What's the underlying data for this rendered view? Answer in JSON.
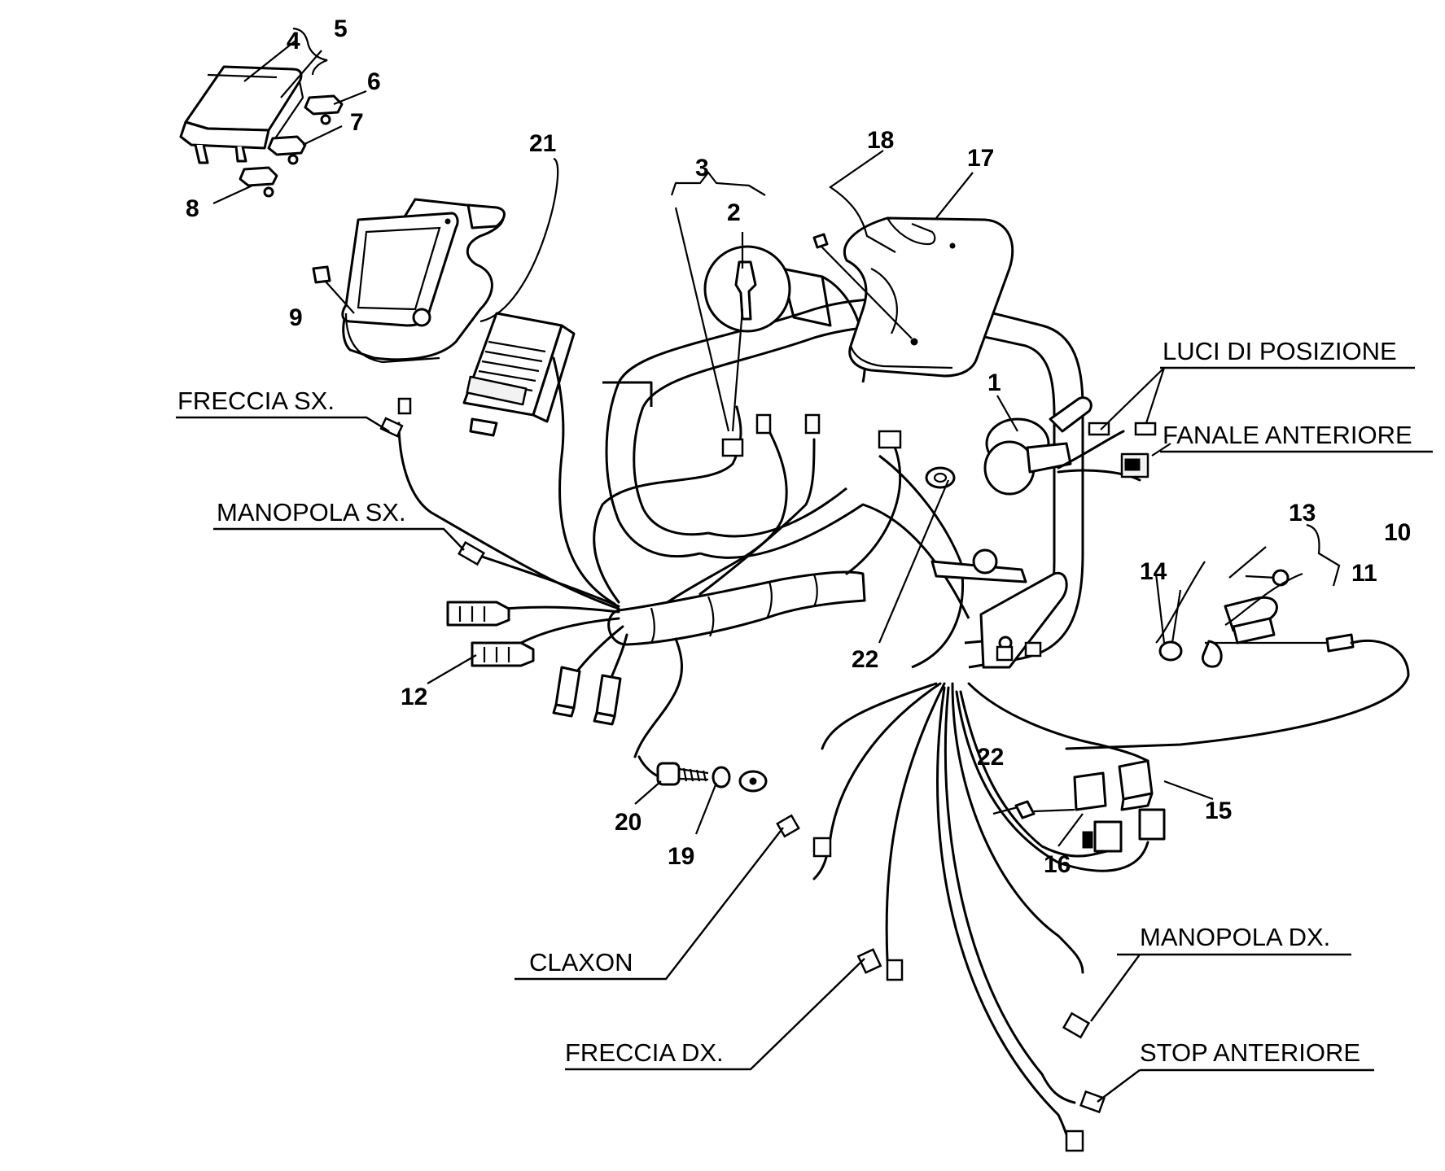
{
  "callouts": {
    "n1": "1",
    "n2": "2",
    "n3": "3",
    "n4": "4",
    "n5": "5",
    "n6": "6",
    "n7": "7",
    "n8": "8",
    "n9": "9",
    "n10": "10",
    "n11": "11",
    "n12": "12",
    "n13": "13",
    "n14": "14",
    "n15": "15",
    "n16": "16",
    "n17": "17",
    "n18": "18",
    "n19": "19",
    "n20": "20",
    "n21": "21",
    "n22a": "22",
    "n22b": "22"
  },
  "labels": {
    "freccia_sx": "FRECCIA SX.",
    "manopola_sx": "MANOPOLA SX.",
    "luci_posizione": "LUCI DI POSIZIONE",
    "fanale_anteriore": "FANALE ANTERIORE",
    "claxon": "CLAXON",
    "manopola_dx": "MANOPOLA DX.",
    "freccia_dx": "FRECCIA DX.",
    "stop_anteriore": "STOP ANTERIORE"
  }
}
